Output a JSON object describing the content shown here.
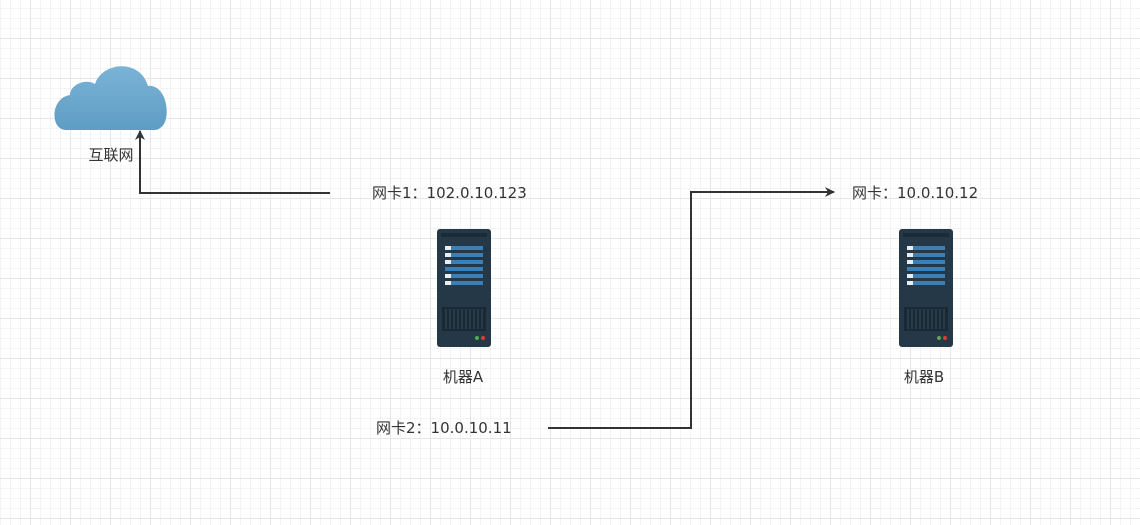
{
  "diagram": {
    "internet": {
      "label": "互联网",
      "icon": "cloud-icon",
      "color": "#6fa8cc"
    },
    "machine_a": {
      "label": "机器A",
      "icon": "server-icon",
      "nic1": "网卡1：102.0.10.123",
      "nic2": "网卡2：10.0.10.11"
    },
    "machine_b": {
      "label": "机器B",
      "icon": "server-icon",
      "nic": "网卡：10.0.10.12"
    },
    "colors": {
      "server_body": "#243847",
      "server_panel": "#3b7fb4",
      "connector": "#333333"
    }
  }
}
